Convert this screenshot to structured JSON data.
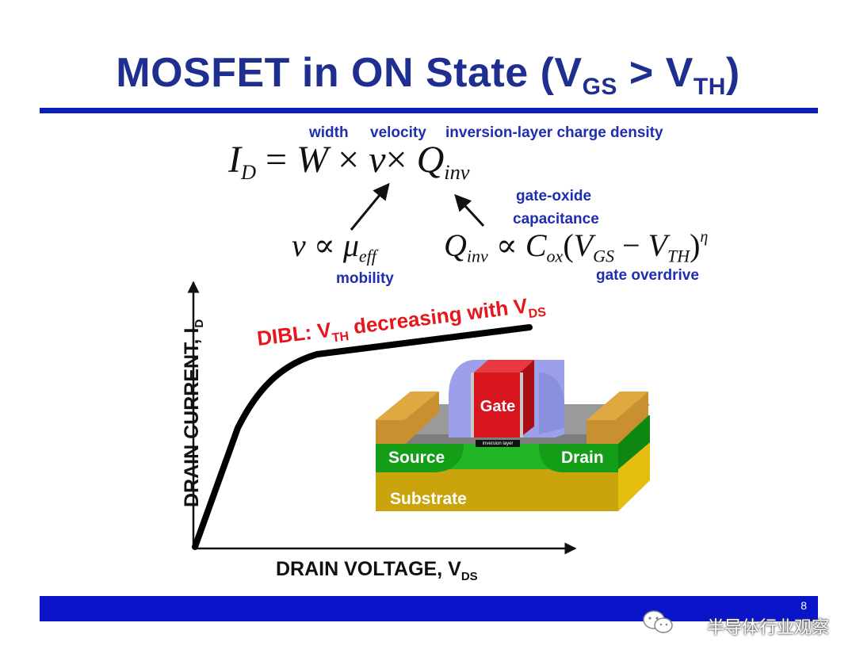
{
  "title": {
    "main": "MOSFET in ON State (V",
    "sub1": "GS",
    "middle": " > V",
    "sub2": "TH",
    "end": ")"
  },
  "equation_main": {
    "lhs": "I",
    "lhs_sub": "D",
    "eq": " = ",
    "w": "W",
    "times1": " × ",
    "v": "v",
    "times2": "× ",
    "q": "Q",
    "q_sub": "inv"
  },
  "labels": {
    "width": "width",
    "velocity": "velocity",
    "charge": "inversion-layer charge density",
    "gate_oxide_line1": "gate-oxide",
    "gate_oxide_line2": "capacitance",
    "mobility": "mobility",
    "gate_overdrive": "gate overdrive"
  },
  "equation_v": {
    "v": "v",
    "prop": " ∝ ",
    "mu": "μ",
    "mu_sub": "eff"
  },
  "equation_q": {
    "q": "Q",
    "q_sub": "inv",
    "prop": " ∝ ",
    "c": "C",
    "c_sub": "ox",
    "open": "(",
    "vgs": "V",
    "vgs_sub": "GS",
    "minus": " − ",
    "vth": "V",
    "vth_sub": "TH",
    "close": ")",
    "exp": "η"
  },
  "graph": {
    "y_label": "DRAIN CURRENT, I",
    "y_label_sub": "D",
    "x_label": "DRAIN VOLTAGE, V",
    "x_label_sub": "DS",
    "dibl_prefix": "DIBL: V",
    "dibl_sub": "TH",
    "dibl_middle": " decreasing with V",
    "dibl_sub2": "DS"
  },
  "device": {
    "gate": "Gate",
    "source": "Source",
    "drain": "Drain",
    "substrate": "Substrate",
    "inversion": "inversion layer"
  },
  "colors": {
    "title_blue": "#1f2f8f",
    "label_blue": "#1f2db0",
    "bar_blue": "#0a14c8",
    "dibl_red": "#e8151b",
    "gate_red": "#d8141c",
    "spacer_lavender": "#9a9ee8",
    "green": "#19a61e",
    "substrate_gold": "#c8a20a",
    "contact_tan": "#c8902a"
  },
  "footer": {
    "page_number": "8",
    "watermark": "半导体行业观察"
  }
}
